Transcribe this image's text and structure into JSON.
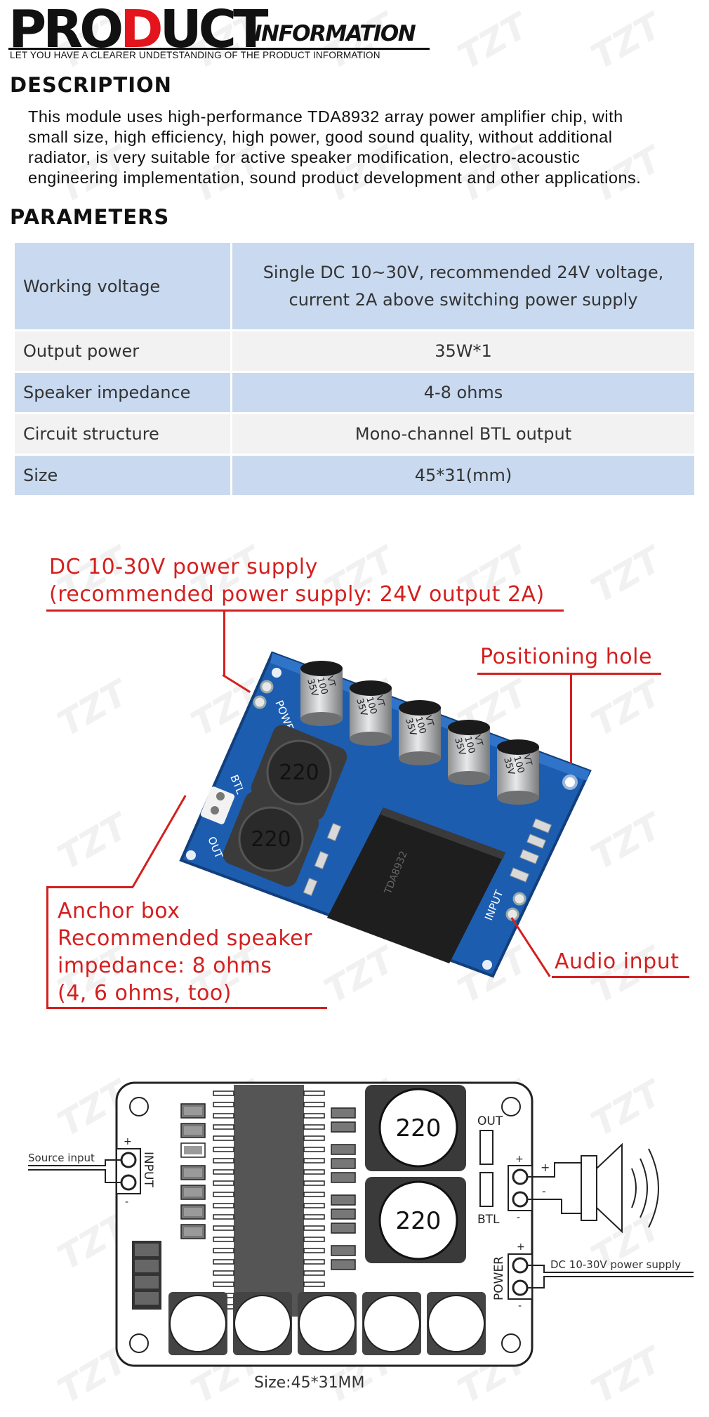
{
  "header": {
    "title_pro": "PRO",
    "title_d": "D",
    "title_uct": "UCT",
    "title_info": "INFORMATION",
    "subtitle": "LET YOU HAVE A CLEARER UNDETSTANDING OF THE PRODUCT INFORMATION"
  },
  "description": {
    "heading": "DESCRIPTION",
    "lines": [
      "This module uses high-performance TDA8932 array power amplifier chip, with",
      "small size, high efficiency, high power, good sound quality, without additional",
      "radiator, is very suitable for active speaker modification, electro-acoustic",
      "engineering implementation, sound product development and other applications."
    ]
  },
  "parameters": {
    "heading": "PARAMETERS",
    "rows": [
      {
        "key": "Working voltage",
        "value_lines": [
          "Single DC 10~30V, recommended 24V voltage,",
          "current 2A above switching power supply"
        ]
      },
      {
        "key": "Output power",
        "value_lines": [
          "35W*1"
        ]
      },
      {
        "key": "Speaker impedance",
        "value_lines": [
          "4-8 ohms"
        ]
      },
      {
        "key": "Circuit structure",
        "value_lines": [
          "Mono-channel BTL output"
        ]
      },
      {
        "key": "Size",
        "value_lines": [
          "45*31(mm)"
        ]
      }
    ]
  },
  "photo_annotations": {
    "power_line1": "DC 10-30V power supply",
    "power_line2": "(recommended power supply: 24V output 2A)",
    "positioning_hole": "Positioning hole",
    "anchor_line1": "Anchor box",
    "anchor_line2": "Recommended speaker",
    "anchor_line3": "impedance: 8 ohms",
    "anchor_line4": "(4, 6 ohms, too)",
    "audio_input": "Audio input"
  },
  "board_labels": {
    "cap_value": "100",
    "cap_voltage": "35V",
    "cap_code": "VT",
    "inductor": "220",
    "chip": "TDA8932",
    "silk_power": "POWER",
    "silk_btl": "BTL",
    "silk_out": "OUT",
    "silk_input": "INPUT",
    "plus": "+",
    "minus": "-"
  },
  "diagram": {
    "source_input": "Source input",
    "input_label": "INPUT",
    "out_label": "OUT",
    "btl_label": "BTL",
    "power_label": "POWER",
    "dc_supply": "DC 10-30V power supply",
    "inductor_value": "220",
    "size_caption": "Size:45*31MM",
    "plus": "+",
    "minus": "-"
  },
  "watermark": "TZT",
  "colors": {
    "accent_red": "#e3141b",
    "annotation_red": "#d41f1f",
    "table_blue": "#c9daf0",
    "table_grey": "#f2f2f2",
    "pcb_blue": "#1d5fb4"
  }
}
